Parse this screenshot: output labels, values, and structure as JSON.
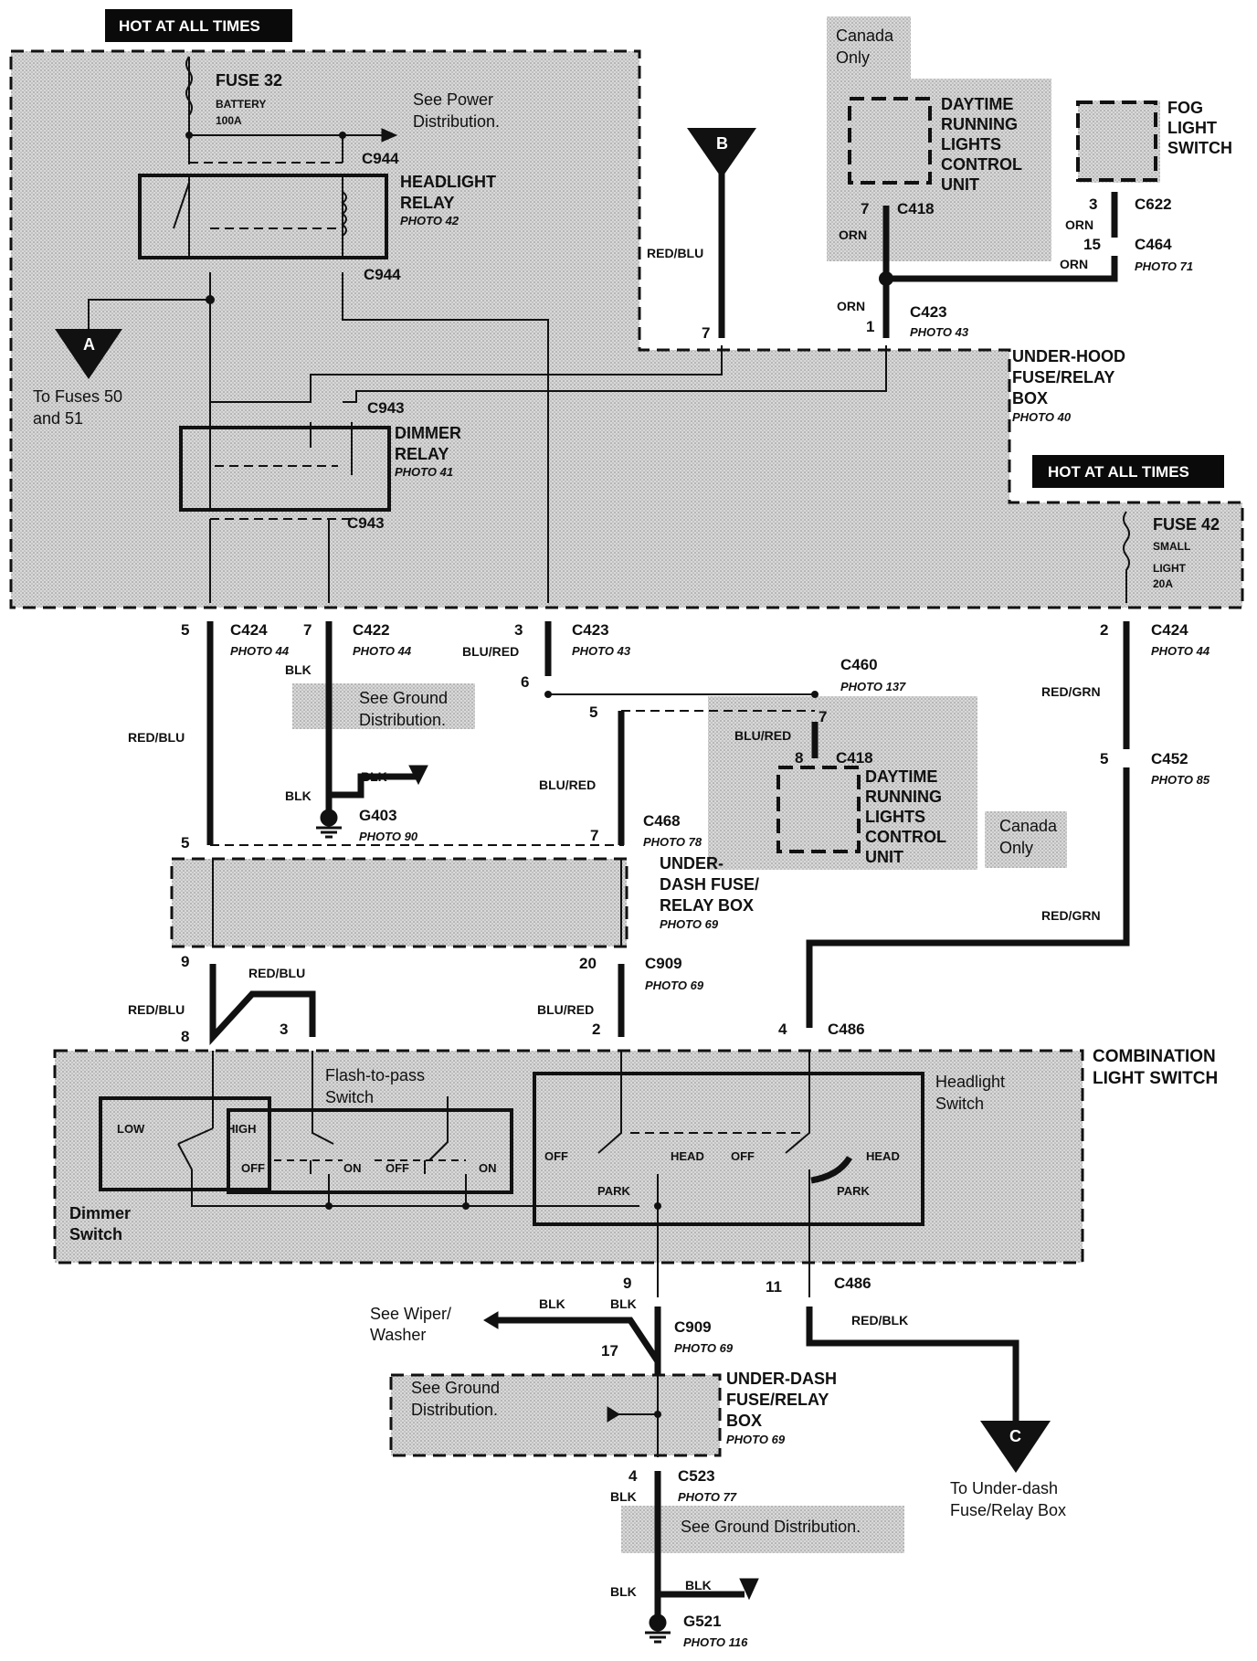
{
  "banners": {
    "hot_top": "HOT AT ALL TIMES",
    "hot_right": "HOT AT ALL TIMES"
  },
  "fuse32": {
    "name": "FUSE 32",
    "sub1": "BATTERY",
    "sub2": "100A"
  },
  "fuse42": {
    "name": "FUSE 42",
    "sub1": "SMALL",
    "sub2": "LIGHT",
    "sub3": "20A"
  },
  "power_ref": {
    "line1": "See Power",
    "line2": "Distribution."
  },
  "headlight_relay": {
    "line1": "HEADLIGHT",
    "line2": "RELAY",
    "photo": "PHOTO 42"
  },
  "dimmer_relay": {
    "line1": "DIMMER",
    "line2": "RELAY",
    "photo": "PHOTO 41"
  },
  "underhood_box": {
    "line1": "UNDER-HOOD",
    "line2": "FUSE/RELAY",
    "line3": "BOX",
    "photo": "PHOTO 40"
  },
  "underdash_box1": {
    "line1": "UNDER-",
    "line2": "DASH FUSE/",
    "line3": "RELAY BOX",
    "photo": "PHOTO 69"
  },
  "underdash_box2": {
    "line1": "UNDER-DASH",
    "line2": "FUSE/RELAY",
    "line3": "BOX",
    "photo": "PHOTO 69"
  },
  "drl_top": {
    "line1": "DAYTIME",
    "line2": "RUNNING",
    "line3": "LIGHTS",
    "line4": "CONTROL",
    "line5": "UNIT"
  },
  "drl_mid": {
    "line1": "DAYTIME",
    "line2": "RUNNING",
    "line3": "LIGHTS",
    "line4": "CONTROL",
    "line5": "UNIT"
  },
  "canada": {
    "line1": "Canada",
    "line2": "Only"
  },
  "fog": {
    "line1": "FOG",
    "line2": "LIGHT",
    "line3": "SWITCH"
  },
  "combo_switch": {
    "line1": "COMBINATION",
    "line2": "LIGHT SWITCH"
  },
  "dimmer_switch": {
    "line1": "Dimmer",
    "line2": "Switch",
    "low": "LOW",
    "high": "HIGH"
  },
  "flash_switch": {
    "line1": "Flash-to-pass",
    "line2": "Switch",
    "off": "OFF",
    "on": "ON"
  },
  "headlight_switch": {
    "line1": "Headlight",
    "line2": "Switch",
    "off": "OFF",
    "head": "HEAD",
    "park": "PARK"
  },
  "ground_ref": {
    "line1": "See Ground",
    "line2": "Distribution.",
    "single": "See Ground Distribution."
  },
  "wiper_ref": {
    "line1": "See Wiper/",
    "line2": "Washer"
  },
  "to_fuses": {
    "line1": "To Fuses 50",
    "line2": "and 51"
  },
  "to_underdash": {
    "line1": "To Under-dash",
    "line2": "Fuse/Relay Box"
  },
  "flags": {
    "a": "A",
    "b": "B",
    "c": "C"
  },
  "connectors": {
    "c944": "C944",
    "c943": "C943",
    "c424": "C424",
    "c422": "C422",
    "c423": "C423",
    "c460": "C460",
    "c468": "C468",
    "c418": "C418",
    "c452": "C452",
    "c909": "C909",
    "c486": "C486",
    "c523": "C523",
    "c622": "C622",
    "c464": "C464"
  },
  "grounds": {
    "g403": "G403",
    "g521": "G521"
  },
  "photos": {
    "p43": "PHOTO 43",
    "p44": "PHOTO 44",
    "p71": "PHOTO 71",
    "p77": "PHOTO 77",
    "p78": "PHOTO 78",
    "p85": "PHOTO 85",
    "p90": "PHOTO 90",
    "p69": "PHOTO 69",
    "p116": "PHOTO 116",
    "p137": "PHOTO 137"
  },
  "wires": {
    "red_blu": "RED/BLU",
    "blk": "BLK",
    "blu_red": "BLU/RED",
    "red_grn": "RED/GRN",
    "orn": "ORN",
    "red_blk": "RED/BLK"
  },
  "pins": {
    "p1": "1",
    "p2": "2",
    "p3": "3",
    "p4": "4",
    "p5": "5",
    "p6": "6",
    "p7": "7",
    "p8": "8",
    "p9": "9",
    "p11": "11",
    "p15": "15",
    "p17": "17",
    "p20": "20"
  }
}
